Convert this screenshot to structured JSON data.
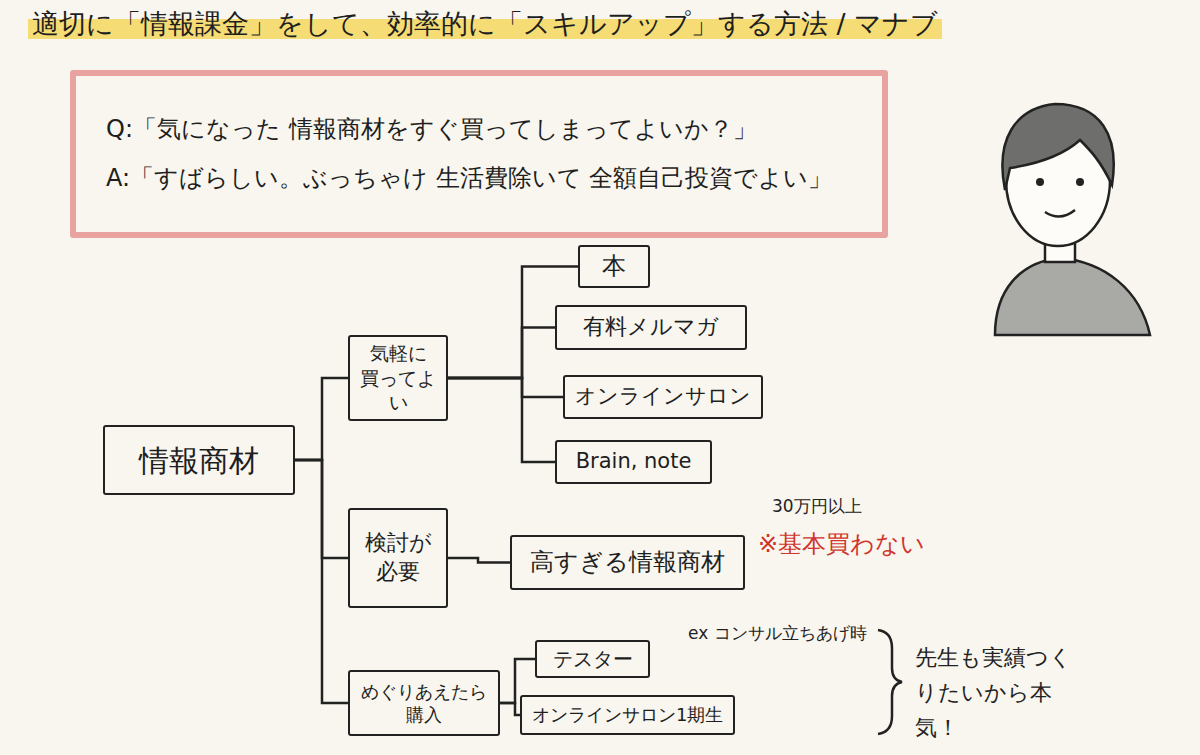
{
  "diagram": {
    "title": "適切に「情報課金」をして、効率的に「スキルアップ」する方法 / マナブ",
    "nodes": [
      {
        "text": [
          "Q:「気になった 情報商材をすぐ買ってしまってよいか？」",
          "A:「すばらしい。ぶっちゃけ 生活費除いて 全額自己投資でよい」"
        ]
      },
      {
        "text": [
          "情報商材"
        ]
      },
      {
        "text": [
          "気軽に 買ってよい"
        ]
      },
      {
        "text": [
          "検討が 必要"
        ]
      },
      {
        "text": [
          "めぐりあえたら 購入"
        ]
      },
      {
        "text": [
          "本"
        ]
      },
      {
        "text": [
          "有料メルマガ"
        ]
      },
      {
        "text": [
          "オンラインサロン"
        ]
      },
      {
        "text": [
          "Brain, note"
        ]
      },
      {
        "text": [
          "高すぎる情報商材"
        ]
      },
      {
        "text": [
          "テスター"
        ]
      },
      {
        "text": [
          "オンラインサロン1期生"
        ]
      }
    ],
    "edges": [
      {
        "from": 1,
        "to": 2,
        "arrow": "none"
      },
      {
        "from": 1,
        "to": 3,
        "arrow": "none"
      },
      {
        "from": 1,
        "to": 4,
        "arrow": "none"
      },
      {
        "from": 2,
        "to": 5,
        "arrow": "none"
      },
      {
        "from": 2,
        "to": 6,
        "arrow": "none"
      },
      {
        "from": 2,
        "to": 7,
        "arrow": "none"
      },
      {
        "from": 2,
        "to": 8,
        "arrow": "none"
      },
      {
        "from": 3,
        "to": 9,
        "arrow": "none"
      },
      {
        "from": 4,
        "to": 10,
        "arrow": "none"
      },
      {
        "from": 4,
        "to": 11,
        "arrow": "none"
      }
    ],
    "labels": [
      "30万円以上",
      "※基本買わない",
      "ex コンサル立ちあげ時",
      "先生も実績つくりたいから本気！"
    ]
  }
}
